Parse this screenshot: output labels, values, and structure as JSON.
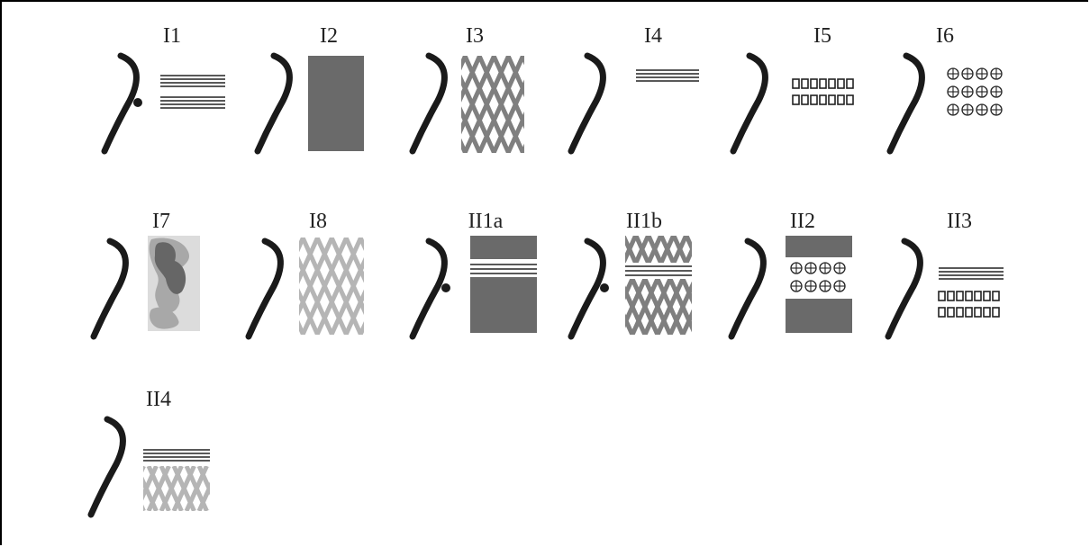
{
  "colors": {
    "profile": "#1a1a1a",
    "fill_dark": "#6a6a6a",
    "hatch_dark": "#7f7f7f",
    "hatch_light": "#b5b5b5",
    "blob_bg": "#dcdcdc",
    "blob_mid": "#a8a8a8",
    "blob_dark": "#666666",
    "line": "#222222"
  },
  "panels": [
    {
      "label": "I1",
      "pattern": "lines-double"
    },
    {
      "label": "I2",
      "pattern": "solid"
    },
    {
      "label": "I3",
      "pattern": "crosshatch-dark"
    },
    {
      "label": "I4",
      "pattern": "lines-single"
    },
    {
      "label": "I5",
      "pattern": "squares"
    },
    {
      "label": "I6",
      "pattern": "circled-plus"
    },
    {
      "label": "I7",
      "pattern": "blotches"
    },
    {
      "label": "I8",
      "pattern": "crosshatch-light"
    },
    {
      "label": "II1a",
      "pattern": "solid-lines-solid"
    },
    {
      "label": "II1b",
      "pattern": "hatch-lines-hatch"
    },
    {
      "label": "II2",
      "pattern": "solid-plus-solid"
    },
    {
      "label": "II3",
      "pattern": "lines-squares"
    },
    {
      "label": "II4",
      "pattern": "lines-lighthatch"
    }
  ]
}
